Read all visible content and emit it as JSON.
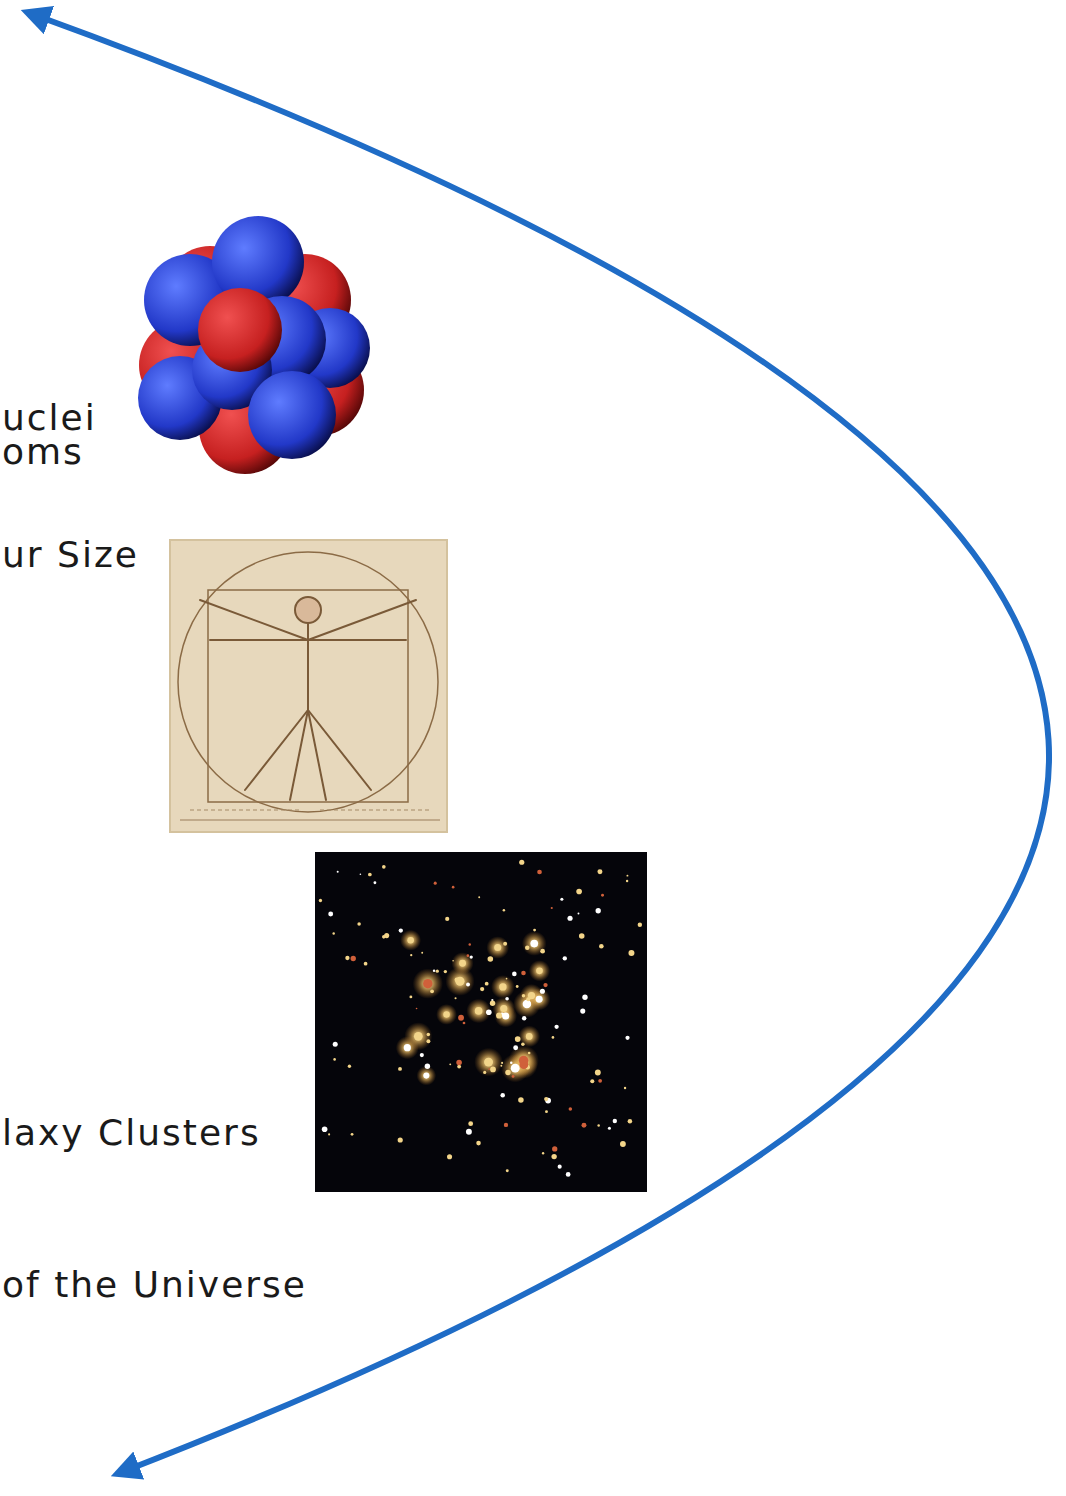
{
  "diagram": {
    "labels": [
      "uclei",
      "oms",
      "ur Size",
      "laxy Clusters",
      "of the Universe"
    ]
  }
}
